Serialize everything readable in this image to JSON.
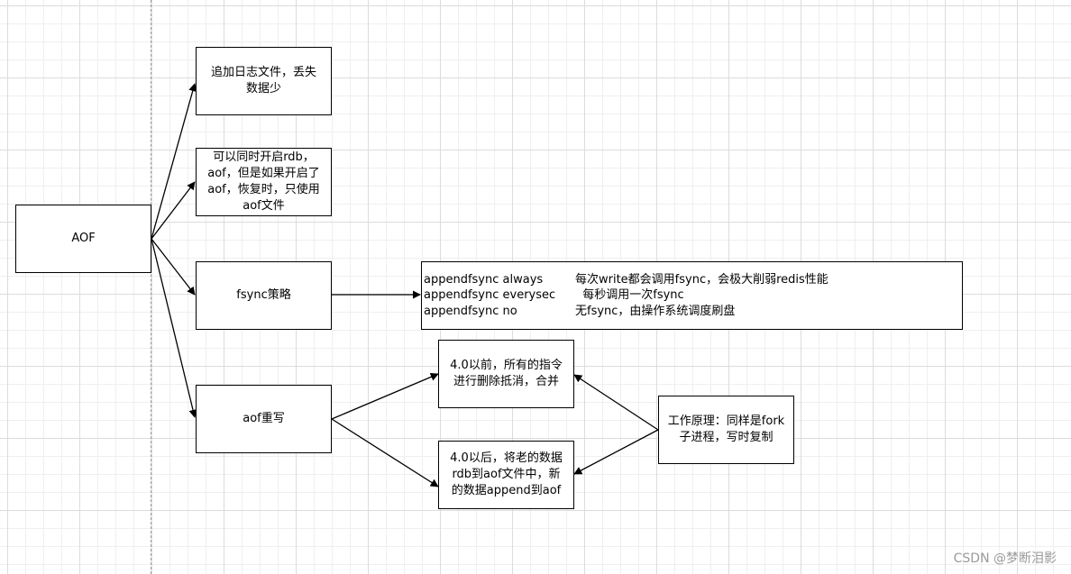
{
  "nodes": {
    "aof": "AOF",
    "append_log": "追加日志文件，丢失\n数据少",
    "rdb_aof": "可以同时开启rdb，\naof，但是如果开启了\naof，恢复时，只使用\naof文件",
    "fsync": "fsync策略",
    "rewrite": "aof重写",
    "before_40": "4.0以前，所有的指令\n进行删除抵消，合并",
    "after_40": "4.0以后，将老的数据\nrdb到aof文件中，新\n的数据append到aof",
    "principle": "工作原理：同样是fork\n子进程，写时复制"
  },
  "fsync_options": [
    {
      "cmd": "appendfsync always",
      "desc": "每次write都会调用fsync，会极大削弱redis性能"
    },
    {
      "cmd": "appendfsync everysec",
      "desc": "  每秒调用一次fsync"
    },
    {
      "cmd": "appendfsync no",
      "desc": "无fsync，由操作系统调度刷盘"
    }
  ],
  "watermark": "CSDN @梦断泪影"
}
